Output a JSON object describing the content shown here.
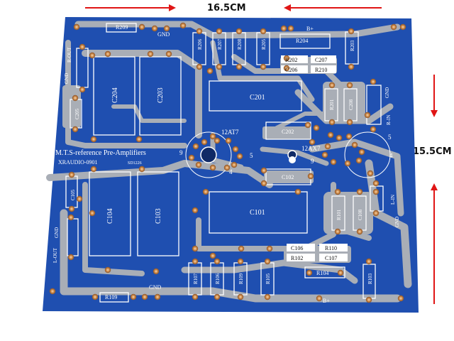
{
  "dimensions": {
    "width_label": "16.5CM",
    "height_label": "15.5CM"
  },
  "board": {
    "title": "M.T.S-reference Pre-Amplifiers",
    "model": "XRAUDIO-0901",
    "code": "SD1226",
    "colors": {
      "board": "#1f4fb0",
      "trace": "#a9aeb6",
      "silk": "#ffffff",
      "pad": "#c8874a"
    }
  },
  "labels": {
    "r209": "R209",
    "gnd_top": "GND",
    "b_plus_top": "B+",
    "r206": "R206",
    "r207": "R207",
    "r208": "R208",
    "r205": "R205",
    "r204": "R204",
    "r202": "R202",
    "c207": "C207",
    "c206": "C206",
    "r210": "R210",
    "r203": "R203",
    "r_out": "R-OUT",
    "gnd_left_top": "GND",
    "c204": "C204",
    "c203": "C203",
    "c201": "C201",
    "c205": "C205",
    "r201": "R201",
    "c208": "C208",
    "gnd_right_top": "GND",
    "r_in": "R-IN",
    "tube1": "12AT7",
    "tube2": "12AX7",
    "c202": "C202",
    "pin9a": "9",
    "pin5a": "5",
    "pin4a": "4",
    "pin9b": "9",
    "pin5b": "5",
    "pin4b": "4",
    "c105": "C105",
    "c104": "C104",
    "c103": "C103",
    "c102": "C102",
    "c101": "C101",
    "r101": "R101",
    "c108": "C108",
    "l_in": "L-IN",
    "gnd_right_bottom": "GND",
    "gnd_left_bottom": "GND",
    "l_out": "L-OUT",
    "c106": "C106",
    "r110": "R110",
    "r102": "R102",
    "c107": "C107",
    "r107": "R107",
    "r106": "R106",
    "r109": "R109",
    "r105": "R105",
    "r104": "R104",
    "r103": "R103",
    "r109b": "R109",
    "gnd_bottom": "GND",
    "b_plus_bottom": "B+"
  }
}
